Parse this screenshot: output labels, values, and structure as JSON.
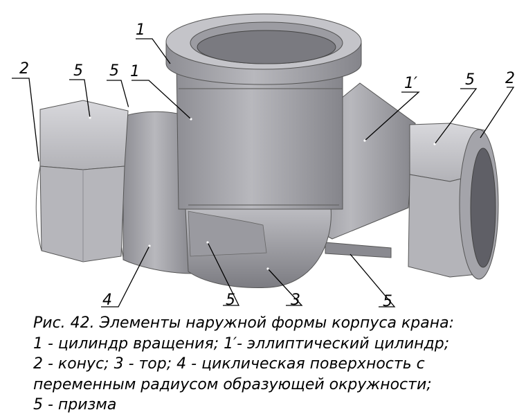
{
  "figure": {
    "labels": {
      "l1a": "1",
      "l1b": "1",
      "l1p": "1′",
      "l2a": "2",
      "l2b": "2",
      "l3": "3",
      "l4": "4",
      "l5a": "5",
      "l5b": "5",
      "l5c": "5",
      "l5d": "5",
      "l5e": "5"
    },
    "colors": {
      "metal": "#a9a9ae",
      "metal_dark": "#78787e",
      "metal_light": "#d2d2d6",
      "leader": "#000000"
    }
  },
  "caption": {
    "lines": [
      "Рис.  42. Элементы наружной формы корпуса крана:",
      "1 - цилиндр вращения; 1′- эллиптический цилиндр;",
      "2 - конус; 3 - тор; 4 - циклическая поверхность с",
      "переменным радиусом образующей окружности;",
      "5 - призма"
    ]
  }
}
